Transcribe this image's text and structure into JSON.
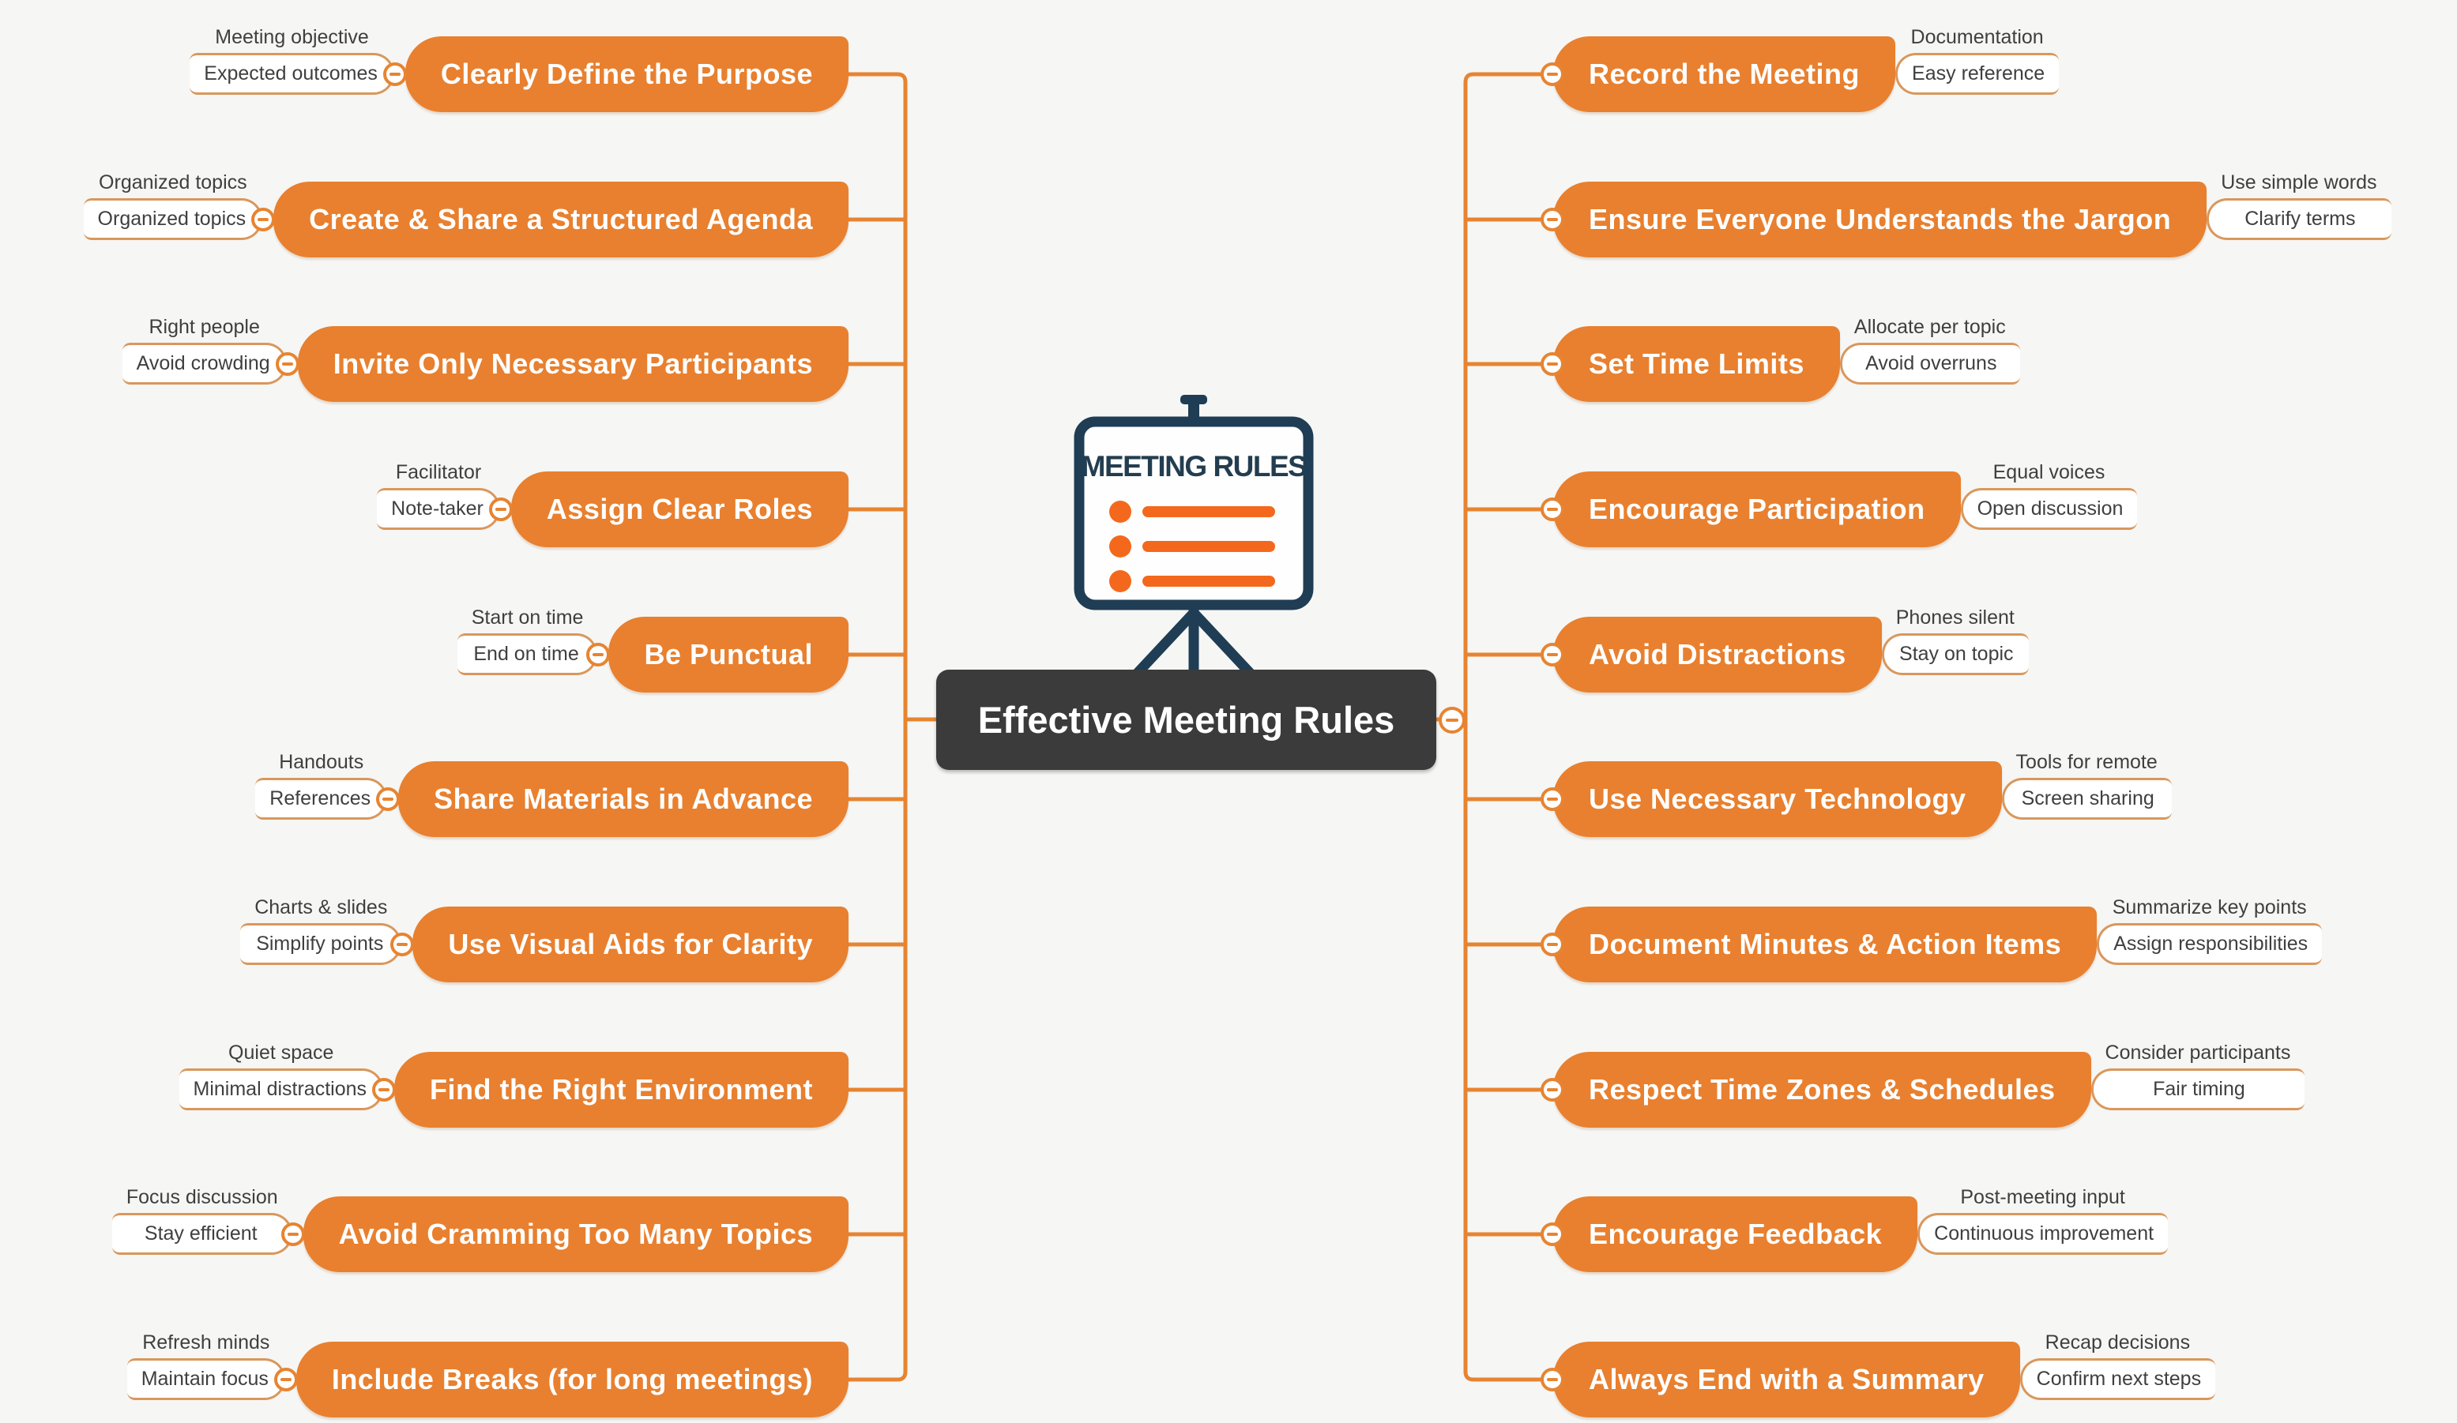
{
  "center": {
    "title": "Effective Meeting Rules",
    "icon_label": "MEETING RULES"
  },
  "colors": {
    "topic_orange": "#E8802F",
    "connector_orange": "#E78431",
    "underline_tan": "#D9975C",
    "center_dark": "#3B3B3B",
    "icon_navy": "#1F3D54",
    "icon_orange": "#F4681D",
    "background": "#F6F6F4"
  },
  "left_branches": [
    {
      "label": "Clearly Define the Purpose",
      "children": [
        "Meeting objective",
        "Expected outcomes"
      ]
    },
    {
      "label": "Create & Share a Structured Agenda",
      "children": [
        "Organized topics",
        "Organized topics"
      ]
    },
    {
      "label": "Invite Only Necessary Participants",
      "children": [
        "Right people",
        "Avoid crowding"
      ]
    },
    {
      "label": "Assign Clear Roles",
      "children": [
        "Facilitator",
        "Note-taker"
      ]
    },
    {
      "label": "Be Punctual",
      "children": [
        "Start on time",
        "End on time"
      ]
    },
    {
      "label": "Share Materials in Advance",
      "children": [
        "Handouts",
        "References"
      ]
    },
    {
      "label": "Use Visual Aids for Clarity",
      "children": [
        "Charts & slides",
        "Simplify points"
      ]
    },
    {
      "label": "Find the Right Environment",
      "children": [
        "Quiet space",
        "Minimal distractions"
      ]
    },
    {
      "label": "Avoid Cramming Too Many Topics",
      "children": [
        "Focus discussion",
        "Stay efficient"
      ]
    },
    {
      "label": "Include Breaks (for long meetings)",
      "children": [
        "Refresh minds",
        "Maintain focus"
      ]
    }
  ],
  "right_branches": [
    {
      "label": "Record the Meeting",
      "children": [
        "Documentation",
        "Easy reference"
      ]
    },
    {
      "label": "Ensure Everyone Understands the Jargon",
      "children": [
        "Use simple words",
        "Clarify terms"
      ]
    },
    {
      "label": "Set Time Limits",
      "children": [
        "Allocate per topic",
        "Avoid overruns"
      ]
    },
    {
      "label": "Encourage Participation",
      "children": [
        "Equal voices",
        "Open discussion"
      ]
    },
    {
      "label": "Avoid Distractions",
      "children": [
        "Phones silent",
        "Stay on topic"
      ]
    },
    {
      "label": "Use Necessary Technology",
      "children": [
        "Tools for remote",
        "Screen sharing"
      ]
    },
    {
      "label": "Document Minutes & Action Items",
      "children": [
        "Summarize key points",
        "Assign responsibilities"
      ]
    },
    {
      "label": "Respect Time Zones & Schedules",
      "children": [
        "Consider participants",
        "Fair timing"
      ]
    },
    {
      "label": "Encourage Feedback",
      "children": [
        "Post-meeting input",
        "Continuous improvement"
      ]
    },
    {
      "label": "Always End with a Summary",
      "children": [
        "Recap decisions",
        "Confirm next steps"
      ]
    }
  ]
}
